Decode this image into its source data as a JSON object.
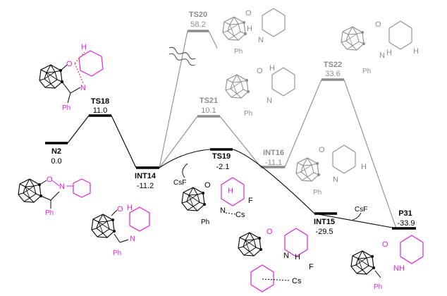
{
  "colors": {
    "main": "#000000",
    "gray": "#8c8c8c",
    "magenta": "#e020e0",
    "red": "#e02020"
  },
  "states": {
    "N2": {
      "label": "N2",
      "value": "0.0",
      "energy": 0.0
    },
    "TS18": {
      "label": "TS18",
      "value": "11.0",
      "energy": 11.0
    },
    "INT14": {
      "label": "INT14",
      "value": "-11.2",
      "energy": -11.2
    },
    "TS19": {
      "label": "TS19",
      "value": "-2.1",
      "energy": -2.1
    },
    "INT15": {
      "label": "INT15",
      "value": "-29.5",
      "energy": -29.5
    },
    "P31": {
      "label": "P31",
      "value": "-33.9",
      "energy": -33.9
    },
    "TS20": {
      "label": "TS20",
      "value": "58.2",
      "energy": 58.2
    },
    "TS21": {
      "label": "TS21",
      "value": "10.1",
      "energy": 10.1
    },
    "INT16": {
      "label": "INT16",
      "value": "-11.1",
      "energy": -11.1
    },
    "TS22": {
      "label": "TS22",
      "value": "33.6",
      "energy": 33.6
    }
  },
  "reagents": {
    "csf_in": "CsF",
    "csf_out": "CsF"
  },
  "atoms": {
    "O": "O",
    "N": "N",
    "H": "H",
    "F": "F",
    "Cs": "Cs",
    "NH": "NH",
    "Ph": "Ph"
  }
}
